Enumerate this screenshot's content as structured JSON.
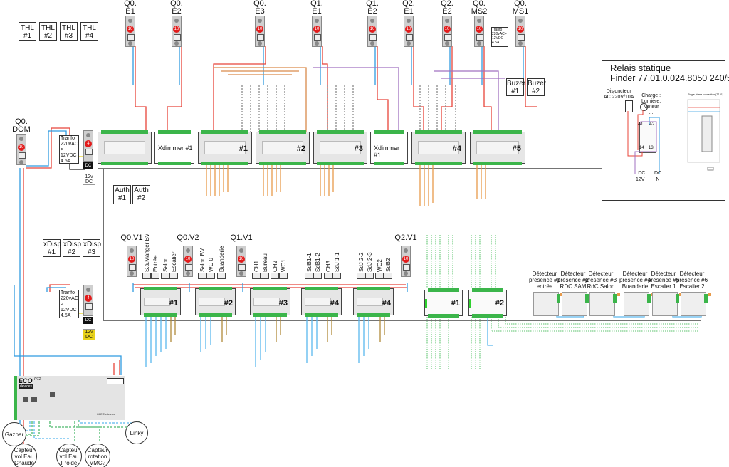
{
  "top_breakers": [
    "Q0.\nE1",
    "Q0.\nE2",
    "Q0.\nE3",
    "Q1.\nE1",
    "Q1.\nE2",
    "Q2.\nE1",
    "Q2.\nE2",
    "Q0.\nMS2",
    "Q0.\nMS1"
  ],
  "breaker_rating": "10",
  "dc_breaker_rating": "4",
  "thl": [
    "THL\n#1",
    "THL\n#2",
    "THL\n#3",
    "THL\n#4"
  ],
  "upper_modules": [
    "",
    "Xdimmer #1",
    "#1",
    "#2",
    "#3",
    "Xdimmer #1",
    "#4",
    "#5"
  ],
  "buzzers": [
    "Buzer\n#1",
    "Buzer\n#2"
  ],
  "auth": [
    "Auth\n#1",
    "Auth\n#2"
  ],
  "dom_breaker": "Q0.\nDOM",
  "tranfo_label": "Tranfo\n220vAC\n>\n12VDC\n4.5A",
  "tranfo_small": "Tranfo\n220vAC>\n12VDC\n4.5A",
  "dc_label": "DC",
  "dc_out": "12v\nDC",
  "xdisp": [
    "xDisp\n#1",
    "xDisp\n#2",
    "xDisp\n#3"
  ],
  "lower_breakers": [
    "Q0.V1",
    "Q0.V2",
    "Q1.V1",
    "Q2.V1"
  ],
  "lower_modules": [
    "#1",
    "#2",
    "#3",
    "#4",
    "#4"
  ],
  "lower_circuits": [
    "S.à.Manger BV",
    "Entrée",
    "Salon",
    "Escalier",
    "Salon BV",
    "WC 0",
    "Buanderie",
    "CH1",
    "Bureau",
    "CH2",
    "WC1",
    "SdB1-1",
    "SdB1-2",
    "CH3",
    "SdJ 1-1",
    "SdJ 2-2",
    "SdJ 2-3",
    "WC2",
    "SdB2"
  ],
  "io_modules": [
    "#1",
    "#2"
  ],
  "detectors": [
    "Détecteur\nprésence #1\nentrée",
    "Détecteur\nprésence #2\nRDC SAM",
    "Détecteur\nprésence #3\nRdC Salon",
    "Détecteur\nprésence #4\nBuanderie",
    "Détecteur\nprésence #5\nEscalier 1",
    "Détecteur\nprésence #6\nEscalier 2"
  ],
  "relay_panel": {
    "title": "Relais statique",
    "model": "Finder 77.01.0.024.8050 240/5A",
    "breaker": "Disjoncteur\nAC 220V/10A",
    "load": "Charge :\nLumière,\nMoteur\n...",
    "dc_plus": "DC\n12V+",
    "dc_n": "DC\nN",
    "diagram_caption": "Single phase connection (77.11)",
    "pins": [
      "A1",
      "A2",
      "14",
      "13"
    ]
  },
  "eco_device": {
    "brand": "ECO",
    "sub": "devices",
    "model": "RT2",
    "manufacturer": "GCE Electronics"
  },
  "sensors": {
    "gazpar": "Gazpar",
    "linky": "Linky",
    "hot": "Capteur\nvol Eau\nChaude",
    "cold": "Capteur\nvol Eau\nFroide",
    "vmc": "Capteur\nrotation\nVMC?"
  },
  "colors": {
    "phase": "#e8443a",
    "neutral": "#2f9be0",
    "dc_plus": "#9b59b6",
    "bus": "#222222",
    "breaker_red": "#e21b1b",
    "module_green": "#3bb54a"
  }
}
